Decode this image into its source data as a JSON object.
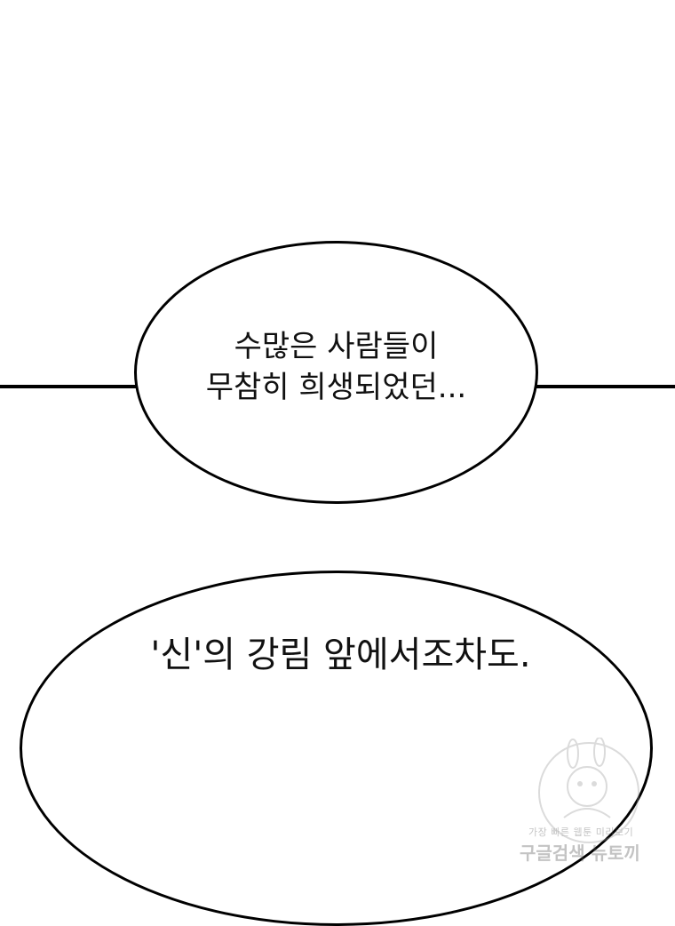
{
  "bubbles": [
    {
      "lines": [
        "수많은 사람들이",
        "무참히 희생되었던..."
      ]
    },
    {
      "lines": [
        "'신'의 강림 앞에서조차도."
      ]
    }
  ],
  "watermark": {
    "line1": "가장 빠른 웹툰 미리보기",
    "line2": "구글검색 뉴토끼"
  },
  "colors": {
    "background": "#ffffff",
    "ink": "#000000"
  }
}
